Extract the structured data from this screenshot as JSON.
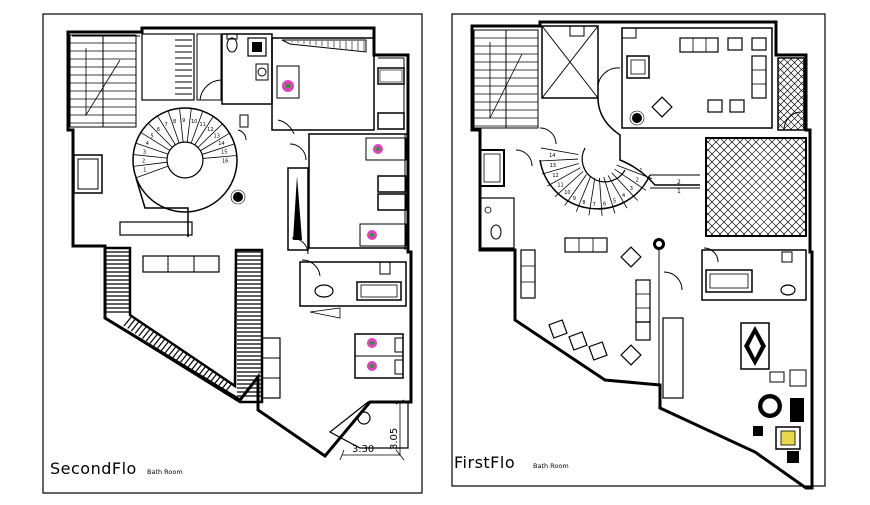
{
  "drawings": [
    {
      "title": "SecondFlo",
      "subtitle": "Bath Room",
      "dimensions": [
        "3.30",
        "3.05"
      ],
      "stair_numbers": [
        "1",
        "2",
        "3",
        "4",
        "5",
        "6",
        "7",
        "8",
        "9",
        "10",
        "11",
        "12",
        "13",
        "14",
        "15",
        "16"
      ]
    },
    {
      "title": "FirstFlo",
      "subtitle": "Bath Room",
      "stair_numbers": [
        "14",
        "13",
        "12",
        "11",
        "10",
        "9",
        "8",
        "7",
        "6",
        "5",
        "4",
        "3",
        "2",
        "1"
      ],
      "landing_numbers": [
        "2",
        "1"
      ]
    }
  ],
  "colors": {
    "line": "#000000",
    "flower_magenta": "#e040c0",
    "flower_green": "#2a9a2a",
    "tile_yellow": "#e8d84a",
    "background": "#ffffff"
  }
}
